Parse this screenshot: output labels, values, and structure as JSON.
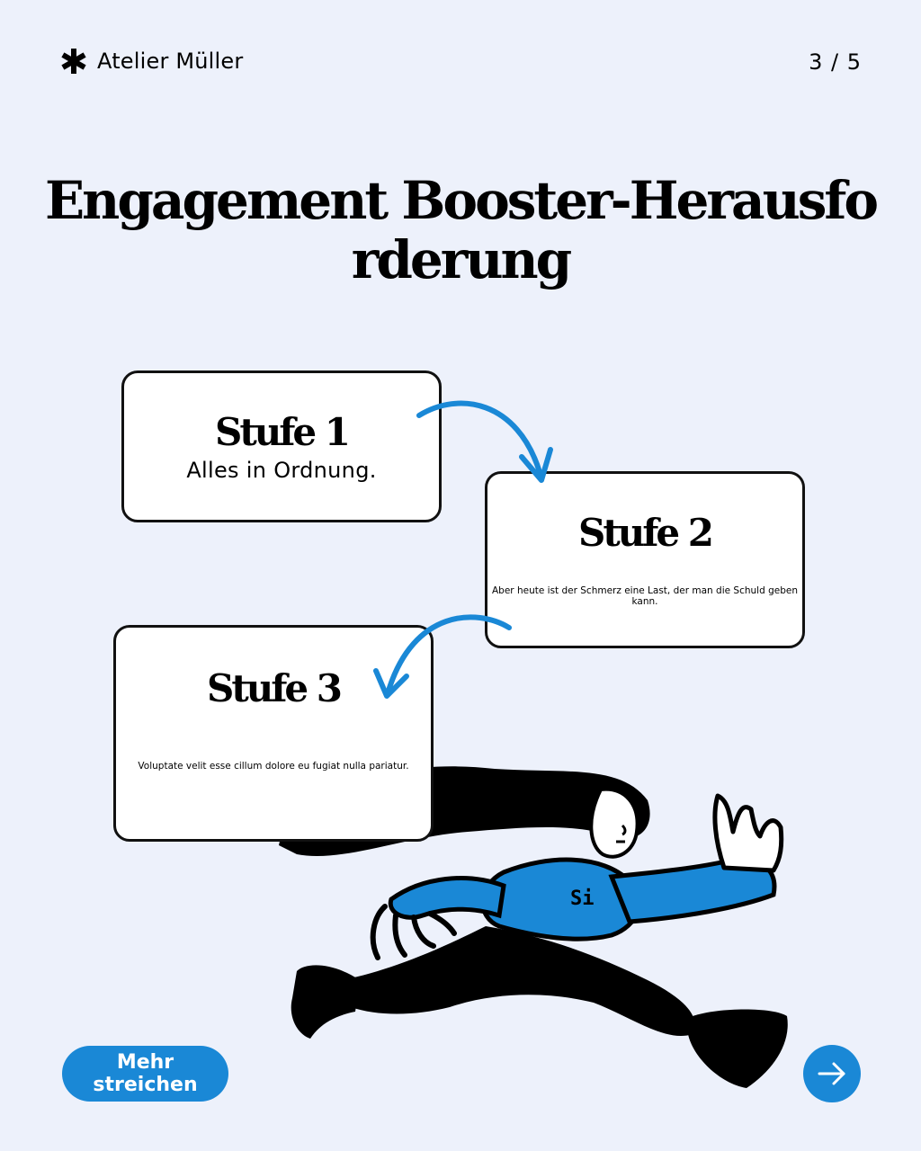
{
  "header": {
    "brand_icon": "asterisk-icon",
    "brand_name": "Atelier Müller",
    "page_counter": "3 / 5"
  },
  "title": "Engagement Booster-Herausforderung",
  "steps": [
    {
      "heading": "Stufe 1",
      "text": "Alles in Ordnung."
    },
    {
      "heading": "Stufe 2",
      "text": "Aber heute ist der Schmerz eine Last, der man die Schuld geben kann."
    },
    {
      "heading": "Stufe 3",
      "text": "Voluptate velit esse cillum dolore eu fugiat nulla pariatur."
    }
  ],
  "illustration": {
    "shirt_text": "Si"
  },
  "footer": {
    "cta_label": "Mehr streichen",
    "next_icon": "arrow-right-icon"
  },
  "colors": {
    "background": "#edf1fb",
    "accent": "#1a88d6",
    "ink": "#000000"
  }
}
